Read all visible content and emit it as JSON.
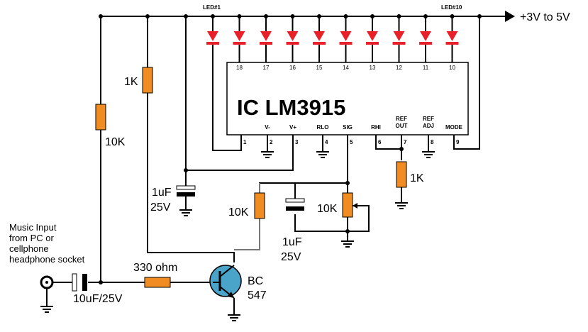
{
  "supply": {
    "label": "+3V to 5V"
  },
  "ic": {
    "name": "IC LM3915",
    "top_pins": [
      "18",
      "17",
      "16",
      "15",
      "14",
      "13",
      "12",
      "11",
      "10"
    ],
    "bottom_pins": [
      {
        "number": "1",
        "label": ""
      },
      {
        "number": "2",
        "label": "V-"
      },
      {
        "number": "3",
        "label": "V+"
      },
      {
        "number": "4",
        "label": "RLO"
      },
      {
        "number": "5",
        "label": "SIG"
      },
      {
        "number": "6",
        "label": "RHI"
      },
      {
        "number": "7",
        "label": "REF OUT"
      },
      {
        "number": "8",
        "label": "REF ADJ"
      },
      {
        "number": "9",
        "label": "MODE"
      }
    ]
  },
  "leds": {
    "first_label": "LED#1",
    "last_label": "LED#10",
    "count": 10
  },
  "components": {
    "r_10k_left": "10K",
    "r_1k_left": "1K",
    "c_1uf_left_value": "1uF",
    "c_1uf_left_voltage": "25V",
    "r_10k_mid": "10K",
    "c_1uf_mid_value": "1uF",
    "c_1uf_mid_voltage": "25V",
    "pot_10k": "10K",
    "r_1k_ref": "1K",
    "r_330": "330 ohm",
    "c_input": "10uF/25V",
    "transistor_line1": "BC",
    "transistor_line2": "547"
  },
  "input": {
    "line1": "Music Input",
    "line2": "from PC or",
    "line3": "cellphone",
    "line4": "headphone socket"
  },
  "colors": {
    "wire": "#000000",
    "resistor": "#f08c21",
    "led": "#e8202a",
    "transistor": "#4aa3c8"
  }
}
